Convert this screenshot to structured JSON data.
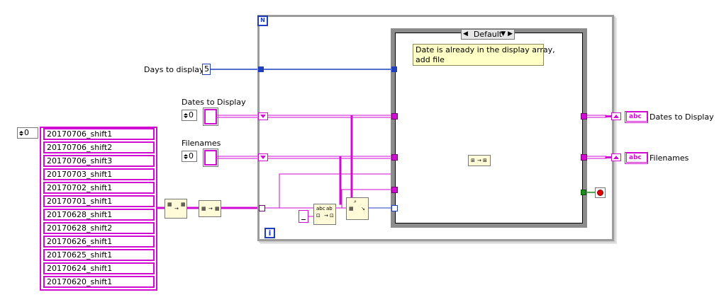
{
  "controls": {
    "days_label": "Days to display",
    "days_value": "5",
    "dates_label": "Dates to Display",
    "dates_index": "0",
    "filenames_label": "Filenames",
    "filenames_index": "0"
  },
  "string_array": {
    "index": "0",
    "items": [
      "20170706_shift1",
      "20170706_shift2",
      "20170706_shift3",
      "20170703_shift1",
      "20170702_shift1",
      "20170701_shift1",
      "20170628_shift1",
      "20170628_shift2",
      "20170626_shift1",
      "20170625_shift1",
      "20170624_shift1",
      "20170620_shift1"
    ]
  },
  "case_structure": {
    "selector": "Default",
    "comment_line1": "Date is already in the display array,",
    "comment_line2": "add file"
  },
  "loop": {
    "iteration_glyph": "i",
    "count_glyph": "N"
  },
  "indicators": {
    "dates_label": "Dates to Display",
    "filenames_label": "Filenames",
    "type_glyph": "abc"
  },
  "colors": {
    "string_wire": "#d10bd1",
    "numeric_wire": "#1f3fbf",
    "boolean": "#1a8c1a",
    "comment_bg": "#ffffc6",
    "node_bg": "#fffbd8"
  }
}
